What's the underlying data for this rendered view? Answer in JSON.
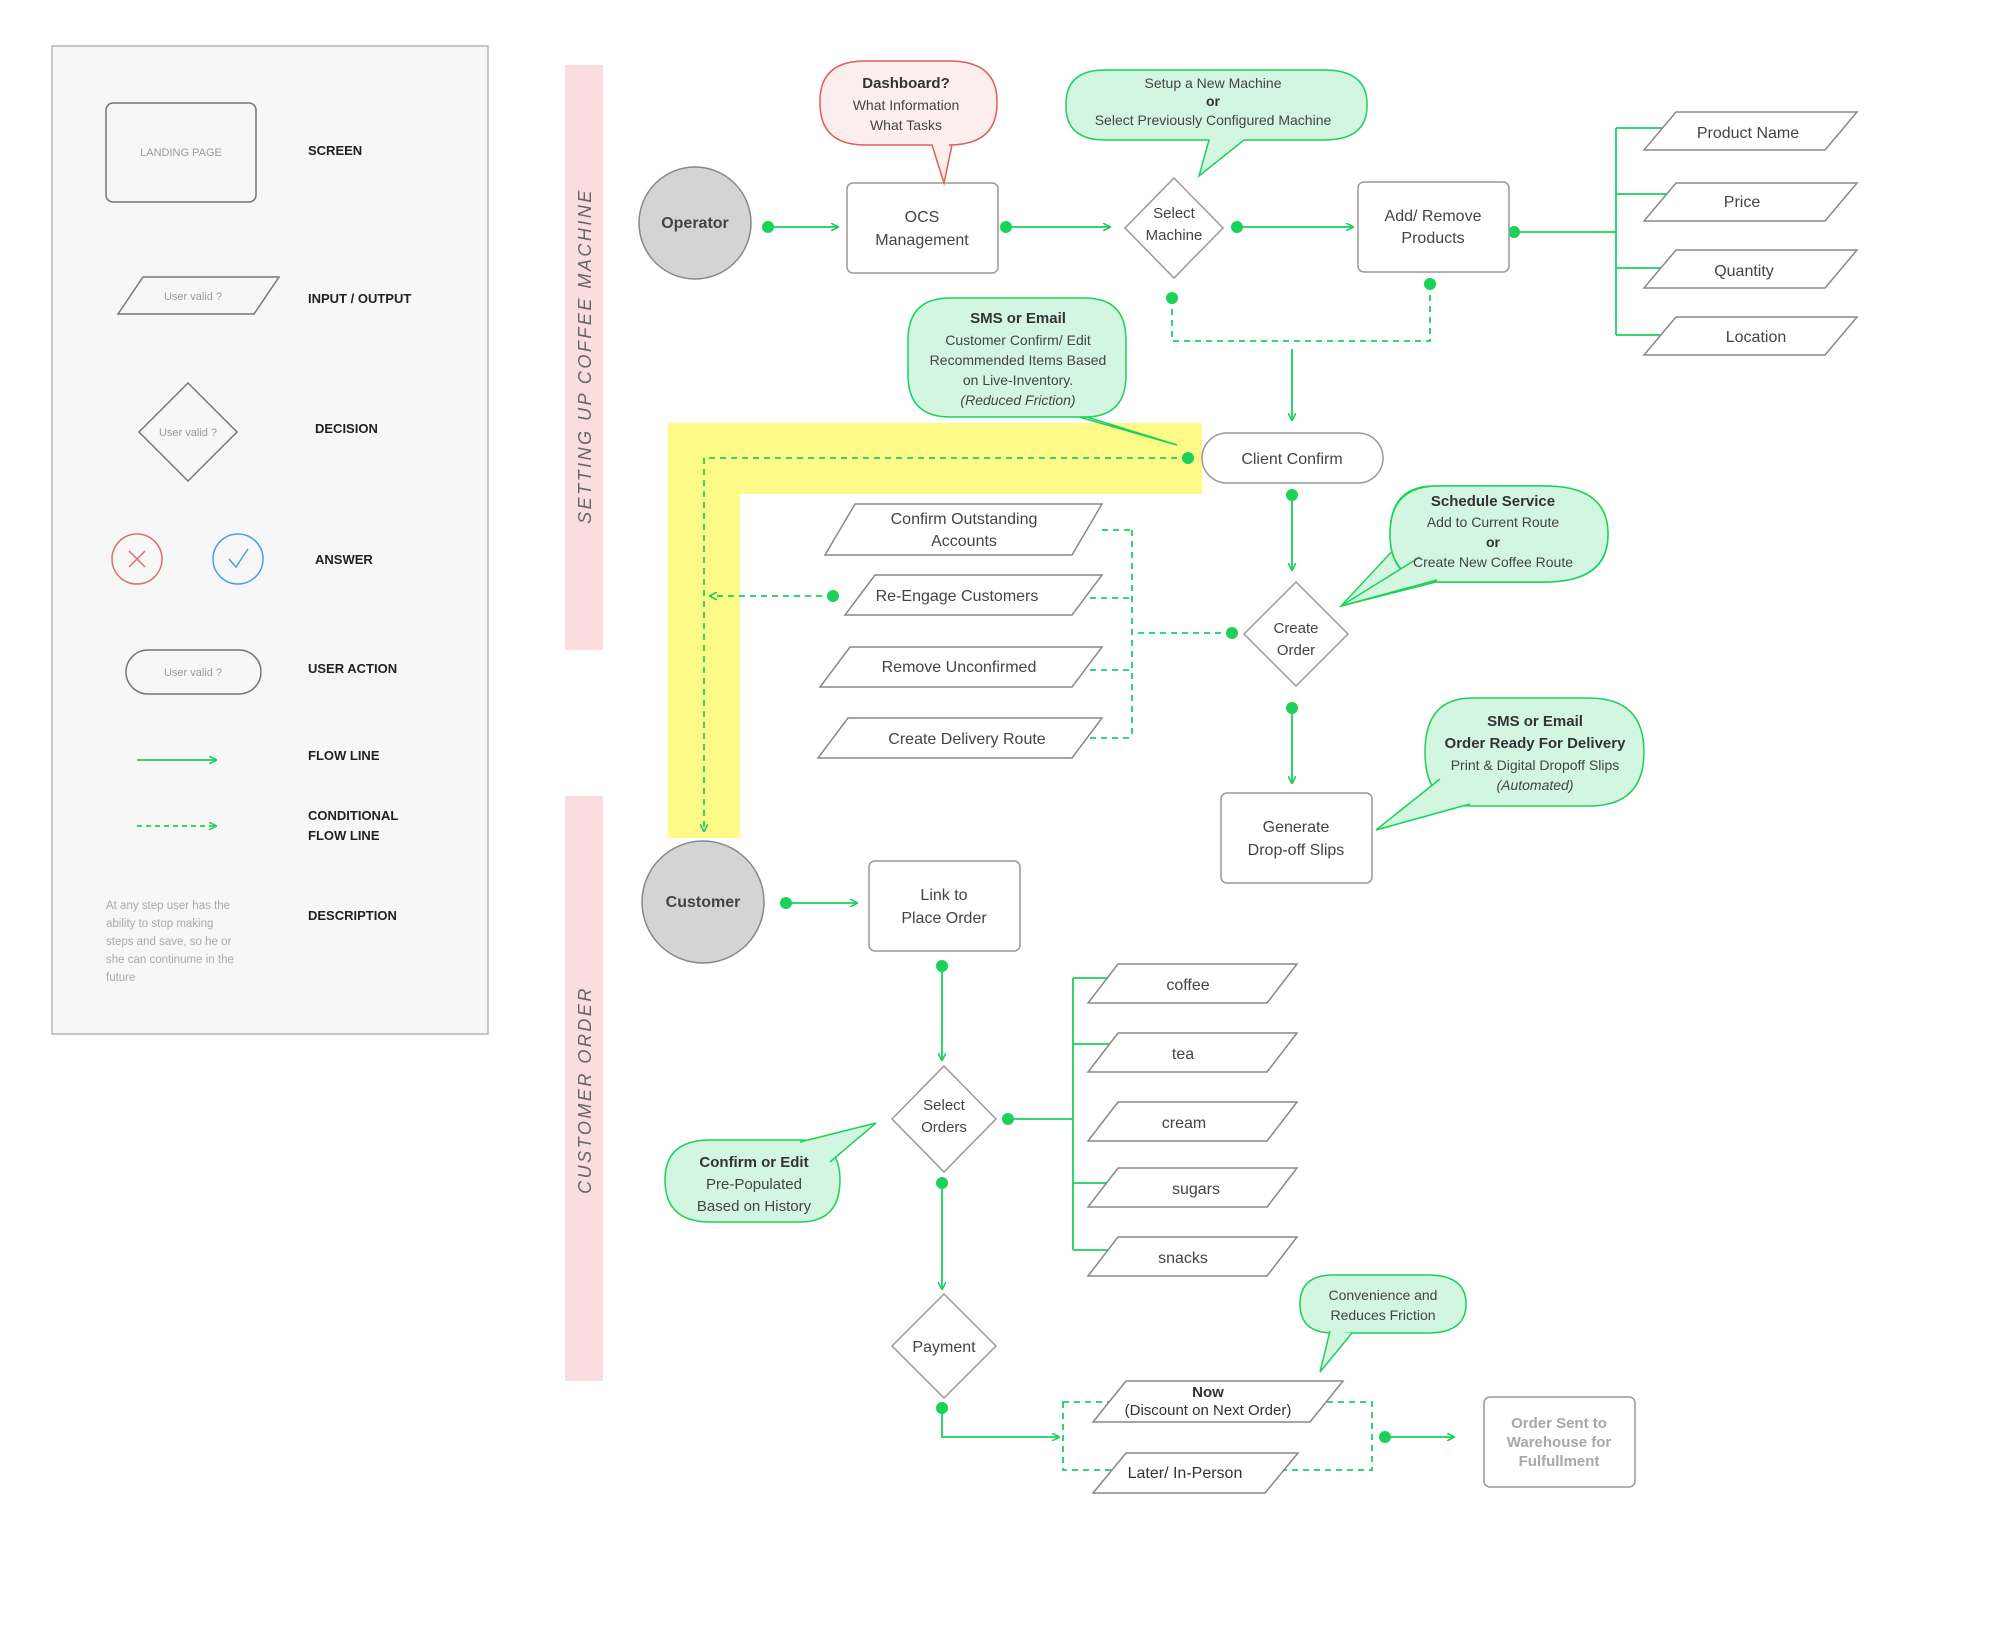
{
  "legend": {
    "screen_sample": "LANDING PAGE",
    "screen_label": "SCREEN",
    "io_sample": "User valid ?",
    "io_label": "INPUT / OUTPUT",
    "decision_sample": "User valid ?",
    "decision_label": "DECISION",
    "answer_label": "ANSWER",
    "user_action_sample": "User valid ?",
    "user_action_label": "USER ACTION",
    "flow_label": "FLOW LINE",
    "cond_label_1": "CONDITIONAL",
    "cond_label_2": "FLOW LINE",
    "desc_lines": [
      "At any step user has the",
      "ability to stop making",
      "steps and save, so he or",
      "she can continume in the",
      "future"
    ],
    "desc_label": "DESCRIPTION"
  },
  "swimlanes": {
    "setup": "SETTING UP COFFEE MACHINE",
    "order": "CUSTOMER ORDER"
  },
  "actors": {
    "operator": "Operator",
    "customer": "Customer"
  },
  "nodes": {
    "ocs_1": "OCS",
    "ocs_2": "Management",
    "select_machine_1": "Select",
    "select_machine_2": "Machine",
    "add_remove_1": "Add/ Remove",
    "add_remove_2": "Products",
    "client_confirm": "Client Confirm",
    "create_order_1": "Create",
    "create_order_2": "Order",
    "generate_1": "Generate",
    "generate_2": "Drop-off Slips",
    "link_1": "Link to",
    "link_2": "Place Order",
    "select_orders_1": "Select",
    "select_orders_2": "Orders",
    "payment": "Payment",
    "warehouse_1": "Order Sent to",
    "warehouse_2": "Warehouse for",
    "warehouse_3": "Fulfullment"
  },
  "product_fields": [
    "Product Name",
    "Price",
    "Quantity",
    "Location"
  ],
  "order_actions": {
    "confirm_1": "Confirm Outstanding",
    "confirm_2": "Accounts",
    "reengage": "Re-Engage Customers",
    "remove": "Remove Unconfirmed",
    "route": "Create Delivery Route"
  },
  "order_items": [
    "coffee",
    "tea",
    "cream",
    "sugars",
    "snacks"
  ],
  "payment_options": {
    "now_1": "Now",
    "now_2": "(Discount on Next Order)",
    "later": "Later/ In-Person"
  },
  "callouts": {
    "dashboard": {
      "title": "Dashboard?",
      "lines": [
        "What Information",
        "What Tasks"
      ]
    },
    "machine": {
      "line1": "Setup a New Machine",
      "line2": "or",
      "line3": "Select Previously Configured Machine"
    },
    "sms_confirm": {
      "title": "SMS or Email",
      "lines": [
        "Customer Confirm/ Edit",
        "Recommended Items Based",
        "on Live-Inventory."
      ],
      "note": "(Reduced Friction)"
    },
    "schedule": {
      "title": "Schedule Service",
      "line1": "Add to Current Route",
      "line2": "or",
      "line3": "Create New Coffee Route"
    },
    "sms_delivery": {
      "title1": "SMS or Email",
      "title2": "Order Ready For Delivery",
      "line": "Print &  Digital Dropoff Slips",
      "note": "(Automated)"
    },
    "confirm_edit": {
      "title": "Confirm or Edit",
      "lines": [
        "Pre-Populated",
        "Based on History"
      ]
    },
    "convenience": {
      "lines": [
        "Convenience and",
        "Reduces Friction"
      ]
    }
  },
  "colors": {
    "green": "#19d25a",
    "callout_green_fill": "#d3f6e0",
    "callout_red_fill": "#fdeeee",
    "callout_red_stroke": "#e35b5b",
    "swimlane_fill": "#fbdcdf",
    "highlight_yellow": "#fdfa88",
    "actor_fill": "#d4d4d4",
    "legend_fill": "#f7f7f7"
  }
}
